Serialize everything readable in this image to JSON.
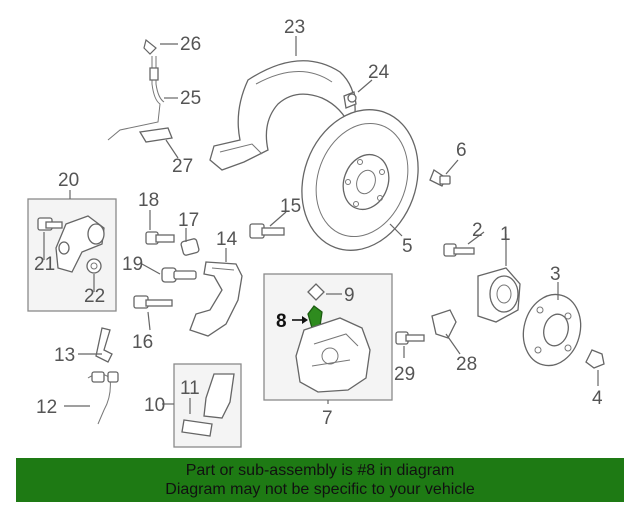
{
  "diagram": {
    "callouts": {
      "c1": "1",
      "c2": "2",
      "c3": "3",
      "c4": "4",
      "c5": "5",
      "c6": "6",
      "c7": "7",
      "c8": "8",
      "c9": "9",
      "c10": "10",
      "c11": "11",
      "c12": "12",
      "c13": "13",
      "c14": "14",
      "c15": "15",
      "c16": "16",
      "c17": "17",
      "c18": "18",
      "c19": "19",
      "c20": "20",
      "c21": "21",
      "c22": "22",
      "c23": "23",
      "c24": "24",
      "c25": "25",
      "c26": "26",
      "c27": "27",
      "c28": "28",
      "c29": "29"
    },
    "highlight_part": "8",
    "highlight_color": "#2e8b1e"
  },
  "banner": {
    "line1": "Part or sub-assembly is #8 in diagram",
    "line2": "Diagram may not be specific to your vehicle",
    "background": "#1e7a14"
  }
}
